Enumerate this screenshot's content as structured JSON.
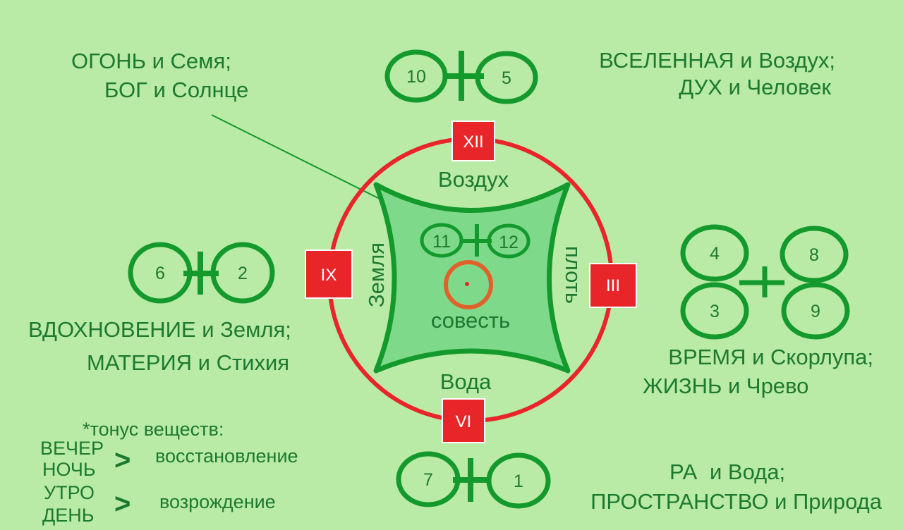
{
  "labels": {
    "fire_line1": "ОГОНЬ и Семя;",
    "fire_line2": "БОГ и Солнце",
    "universe_line1": "ВСЕЛЕННАЯ и Воздух;",
    "universe_line2": "ДУХ и Человек",
    "inspiration_line1": "ВДОХНОВЕНИЕ и Земля;",
    "inspiration_line2": "МАТЕРИЯ и Стихия",
    "time_line1": "ВРЕМЯ и Скорлупа;",
    "time_line2": "ЖИЗНЬ и Чрево",
    "ra_part1": "РА",
    "ra_part2": "и Вода;",
    "ra_line2": "ПРОСТРАНСТВО и Природа"
  },
  "inner": {
    "air": "Воздух",
    "water": "Вода",
    "earth": "Земля",
    "flesh": "плоть",
    "conscience": "совесть"
  },
  "roman": {
    "top": "XII",
    "left": "IX",
    "right": "III",
    "bottom": "VI"
  },
  "numbers": {
    "top_left": "10",
    "top_right": "5",
    "left_left": "6",
    "left_right": "2",
    "bottom_left": "7",
    "bottom_right": "1",
    "inner_left": "11",
    "inner_right": "12",
    "quad_top_left": "4",
    "quad_top_right": "8",
    "quad_bottom_left": "3",
    "quad_bottom_right": "9"
  },
  "legend": {
    "title": "*тонус веществ:",
    "row1_a": "ВЕЧЕР",
    "row1_b": "НОЧЬ",
    "row1_arrow": ">",
    "row1_result": "восстановление",
    "row2_a": "УТРО",
    "row2_b": "ДЕНЬ",
    "row2_arrow": ">",
    "row2_result": "возрождение"
  },
  "colors": {
    "background": "#b9eaa6",
    "green": "#13992c",
    "red": "#e8262a",
    "orange": "#e0622a",
    "text": "#1c7a30",
    "fill": "#7ed98a"
  }
}
